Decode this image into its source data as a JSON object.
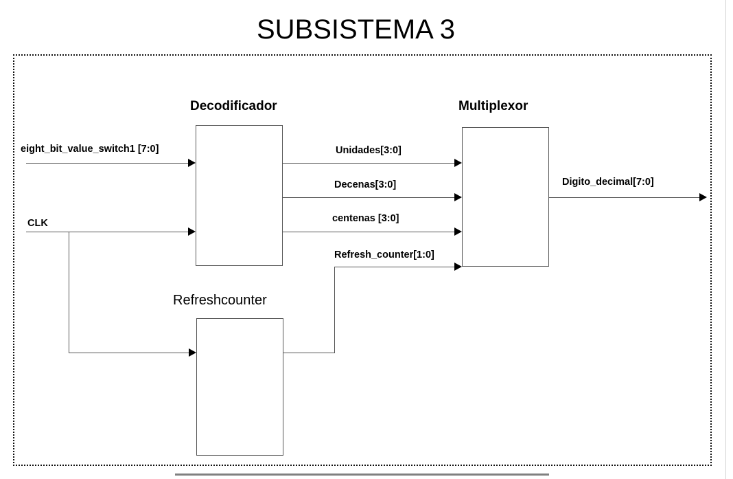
{
  "diagram": {
    "title": "SUBSISTEMA 3",
    "type": "block-diagram",
    "frame_style": "dotted",
    "line_color": "#555555",
    "text_color": "#000000",
    "rule_color": "#808080",
    "blocks": [
      {
        "id": "decodificador",
        "label": "Decodificador",
        "weight": "bold"
      },
      {
        "id": "multiplexor",
        "label": "Multiplexor",
        "weight": "bold"
      },
      {
        "id": "refreshcounter",
        "label": "Refreshcounter",
        "weight": "regular"
      }
    ],
    "inputs": [
      {
        "id": "switch1",
        "label": "eight_bit_value_switch1 [7:0]",
        "target": "decodificador"
      },
      {
        "id": "clk",
        "label": "CLK",
        "target": "decodificador, refreshcounter"
      }
    ],
    "internal_signals": [
      {
        "id": "unidades",
        "label": "Unidades[3:0]",
        "from": "decodificador",
        "to": "multiplexor"
      },
      {
        "id": "decenas",
        "label": "Decenas[3:0]",
        "from": "decodificador",
        "to": "multiplexor"
      },
      {
        "id": "centenas",
        "label": "centenas [3:0]",
        "from": "decodificador",
        "to": "multiplexor"
      },
      {
        "id": "refresh_counter",
        "label": "Refresh_counter[1:0]",
        "from": "refreshcounter",
        "to": "multiplexor"
      }
    ],
    "outputs": [
      {
        "id": "digito_decimal",
        "label": "Digito_decimal[7:0]",
        "from": "multiplexor"
      }
    ]
  }
}
